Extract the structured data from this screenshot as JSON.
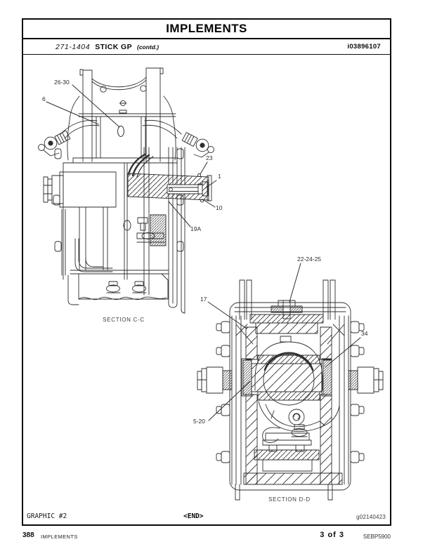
{
  "header": {
    "title": "IMPLEMENTS",
    "part_number": "271-1404",
    "part_name": "STICK GP",
    "continued": "(contd.)",
    "doc_id": "i03896107"
  },
  "graphic_bar": {
    "graphic_label": "GRAPHIC #2",
    "end_marker": "<END>",
    "graphic_id": "g02140423"
  },
  "footer": {
    "page_number": "388",
    "section": "IMPLEMENTS",
    "page_of": "3 of 3",
    "manual_id": "SEBP5900"
  },
  "section_cc": {
    "caption": "SECTION C-C",
    "callouts": {
      "c2630": "26-30",
      "c6": "6",
      "c23": "23",
      "c1": "1",
      "c10": "10",
      "c19a": "19A"
    }
  },
  "section_dd": {
    "caption": "SECTION D-D",
    "callouts": {
      "c222425": "22-24-25",
      "c17": "17",
      "c34": "34",
      "c520": "5-20"
    }
  },
  "colors": {
    "line": "#2e2e2e",
    "text": "#1c1c1c"
  }
}
